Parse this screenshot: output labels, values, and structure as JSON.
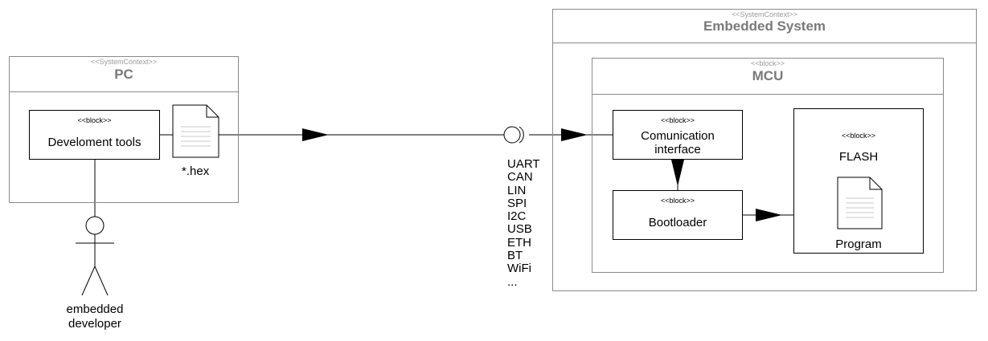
{
  "stereotypes": {
    "system_context": "<<SystemContext>>",
    "block": "<<block>>"
  },
  "pc": {
    "title": "PC",
    "dev_tools": "Develoment tools",
    "hex_file": "*.hex"
  },
  "actor": {
    "label_line1": "embedded",
    "label_line2": "developer"
  },
  "interfaces": [
    "UART",
    "CAN",
    "LIN",
    "SPI",
    "I2C",
    "USB",
    "ETH",
    "BT",
    "WiFi",
    "..."
  ],
  "embedded_system": {
    "title": "Embedded System",
    "mcu": {
      "title": "MCU",
      "comm_line1": "Comunication",
      "comm_line2": "interface",
      "bootloader": "Bootloader",
      "flash": "FLASH",
      "program": "Program"
    }
  }
}
